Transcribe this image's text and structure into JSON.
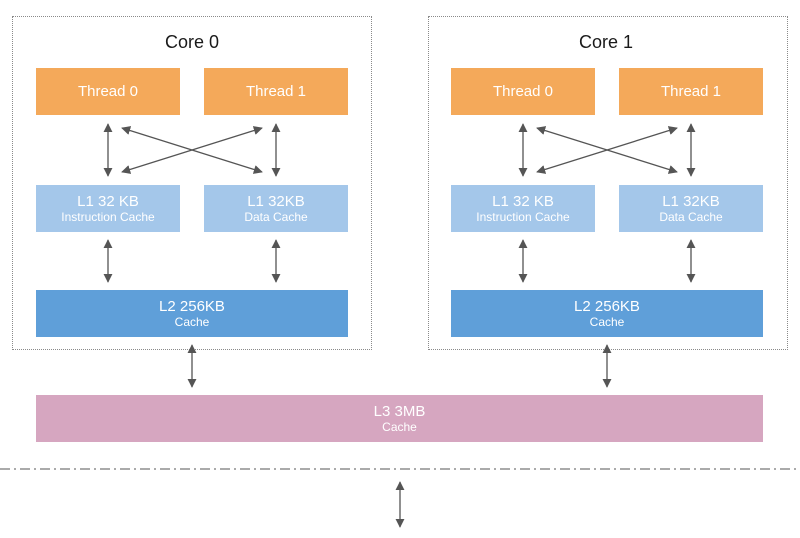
{
  "cores": [
    {
      "title": "Core 0",
      "threads": [
        "Thread 0",
        "Thread 1"
      ],
      "l1": [
        {
          "main": "L1 32 KB",
          "sub": "Instruction Cache"
        },
        {
          "main": "L1 32KB",
          "sub": "Data Cache"
        }
      ],
      "l2": {
        "main": "L2 256KB",
        "sub": "Cache"
      }
    },
    {
      "title": "Core 1",
      "threads": [
        "Thread 0",
        "Thread 1"
      ],
      "l1": [
        {
          "main": "L1 32 KB",
          "sub": "Instruction Cache"
        },
        {
          "main": "L1 32KB",
          "sub": "Data Cache"
        }
      ],
      "l2": {
        "main": "L2 256KB",
        "sub": "Cache"
      }
    }
  ],
  "l3": {
    "main": "L3 3MB",
    "sub": "Cache"
  },
  "colors": {
    "thread": "#f4a95a",
    "l1": "#a4c7ea",
    "l2": "#5f9fd9",
    "l3": "#d6a6c0",
    "arrow": "#555555"
  }
}
